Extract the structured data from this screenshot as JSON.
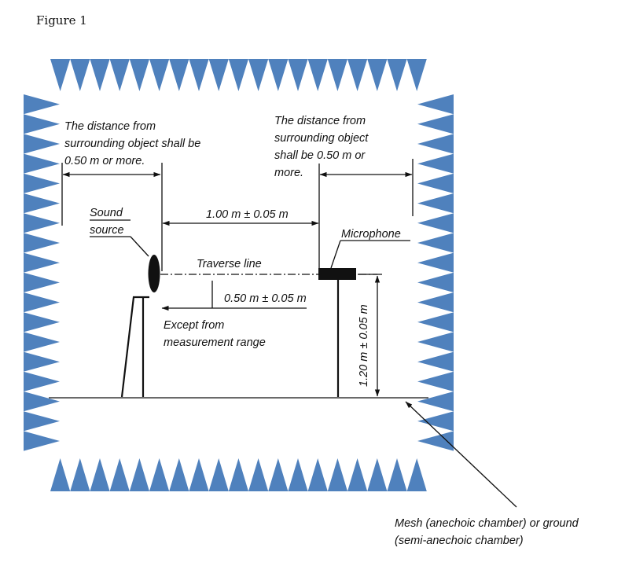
{
  "figure_title": "Figure 1",
  "labels": {
    "left_clearance": [
      "The distance from",
      "surrounding object shall be",
      "0.50 m or more."
    ],
    "right_clearance": [
      "The distance from",
      "surrounding object",
      "shall be 0.50 m or",
      "more."
    ],
    "sound_source": [
      "Sound",
      "source"
    ],
    "microphone": "Microphone",
    "distance_main": "1.00 m ± 0.05 m",
    "traverse_line": "Traverse line",
    "distance_excluded": "0.50 m ± 0.05 m",
    "excluded_note": [
      "Except from",
      "measurement range"
    ],
    "mic_height": "1.20 m ± 0.05 m",
    "floor_note": [
      "Mesh (anechoic chamber) or ground",
      "(semi-anechoic chamber)"
    ]
  },
  "colors": {
    "absorber_wedges": "#4f81bd",
    "lines": "#111111"
  }
}
